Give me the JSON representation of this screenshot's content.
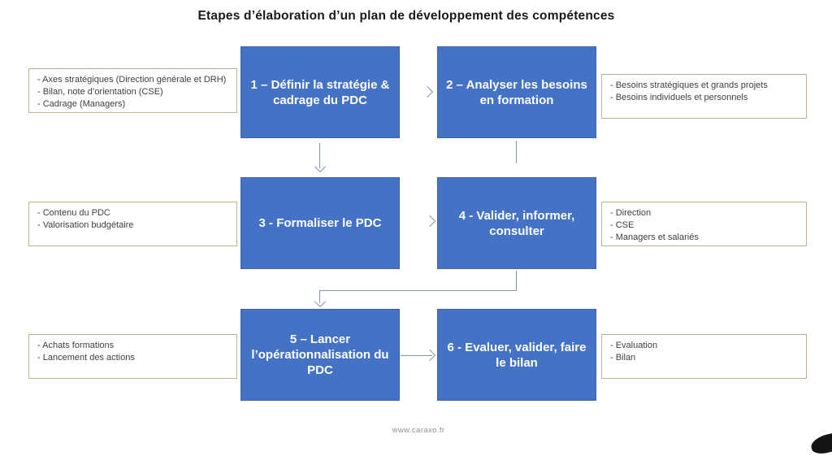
{
  "title": "Etapes d’élaboration d’un plan de développement des compétences",
  "footer": {
    "url": "www.caraxo.fr"
  },
  "colors": {
    "step_fill": "#4472C4",
    "step_border": "#3A62AD",
    "step_text": "#FFFFFF",
    "note_border": "#BDB489",
    "note_text": "#3F3F3F",
    "connector": "#8496B0",
    "title_text": "#1A1A1A",
    "footer_text": "#8F8F8F"
  },
  "steps": [
    {
      "number": "1",
      "label": "1 – Définir la stratégie & cadrage du PDC",
      "note_side": "left",
      "note_lines": [
        "- Axes stratégiques (Direction générale et DRH)",
        "- Bilan, note d’orientation (CSE)",
        "- Cadrage (Managers)"
      ]
    },
    {
      "number": "2",
      "label": "2 – Analyser les besoins en formation",
      "note_side": "right",
      "note_lines": [
        "- Besoins stratégiques et grands projets",
        "- Besoins individuels et personnels"
      ]
    },
    {
      "number": "3",
      "label": "3 - Formaliser le PDC",
      "note_side": "left",
      "note_lines": [
        "- Contenu du PDC",
        "- Valorisation budgétaire"
      ]
    },
    {
      "number": "4",
      "label": "4 - Valider, informer, consulter",
      "note_side": "right",
      "note_lines": [
        "- Direction",
        "- CSE",
        "- Managers et salariés"
      ]
    },
    {
      "number": "5",
      "label": "5 – Lancer l’opérationnalisation du PDC",
      "note_side": "left",
      "note_lines": [
        "- Achats formations",
        "- Lancement des actions"
      ]
    },
    {
      "number": "6",
      "label": "6 - Evaluer, valider, faire le bilan",
      "note_side": "right",
      "note_lines": [
        "- Evaluation",
        "- Bilan"
      ]
    }
  ],
  "connectors": [
    {
      "from": "1",
      "to": "2",
      "type": "arrow-right"
    },
    {
      "from": "1",
      "to": "3",
      "type": "arrow-down"
    },
    {
      "from": "2",
      "to": "4",
      "type": "line-down"
    },
    {
      "from": "3",
      "to": "4",
      "type": "arrow-right"
    },
    {
      "from": "4",
      "to": "5",
      "type": "elbow-arrow-down"
    },
    {
      "from": "5",
      "to": "6",
      "type": "arrow-right"
    }
  ]
}
